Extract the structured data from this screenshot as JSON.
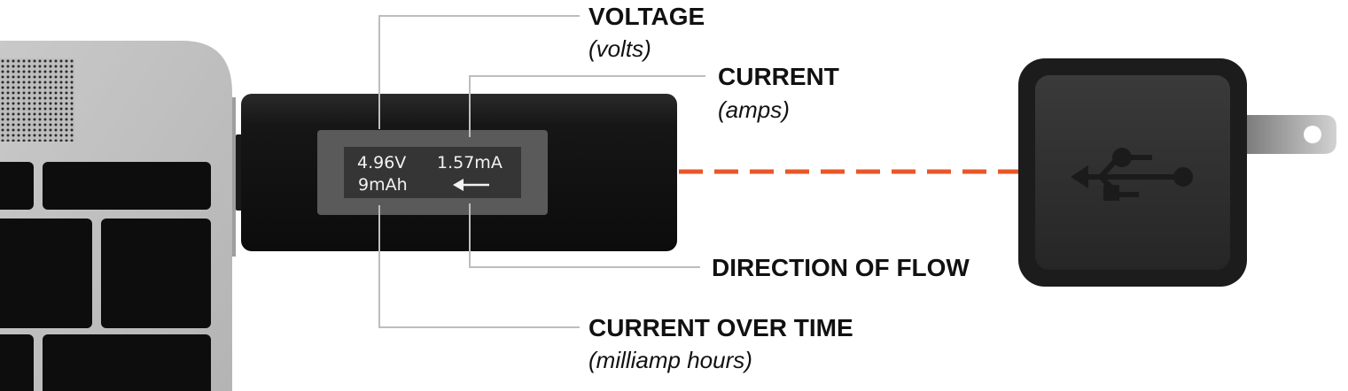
{
  "meter": {
    "voltage_reading": "4.96V",
    "current_reading": "1.57mA",
    "capacity_reading": "9mAh"
  },
  "labels": {
    "voltage": {
      "title": "VOLTAGE",
      "unit": "(volts)"
    },
    "current": {
      "title": "CURRENT",
      "unit": "(amps)"
    },
    "direction": {
      "title": "DIRECTION OF FLOW"
    },
    "capacity": {
      "title": "CURRENT OVER TIME",
      "unit": "(milliamp hours)"
    }
  },
  "icons": {
    "charger": "usb-icon",
    "flow": "arrow-left-icon"
  },
  "colors": {
    "connection_line": "#e8572a",
    "leader_lines": "#bdbdbd",
    "device_body": "#141414",
    "display_background": "#5a5a5a"
  }
}
